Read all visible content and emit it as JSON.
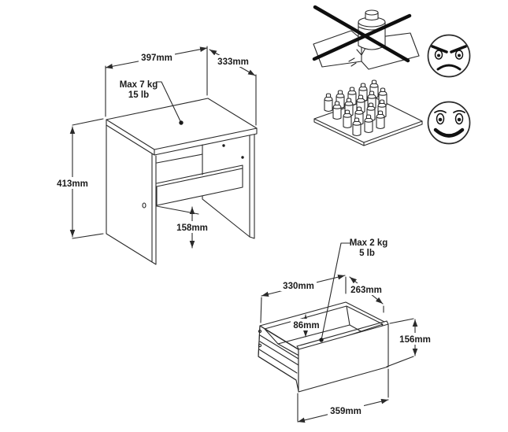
{
  "diagram": {
    "nightstand": {
      "width": "397mm",
      "depth": "333mm",
      "height": "413mm",
      "clearance": "158mm",
      "max_load_line1": "Max 7 kg",
      "max_load_line2": "15 lb"
    },
    "drawer": {
      "inner_width": "330mm",
      "inner_depth": "263mm",
      "inner_height": "86mm",
      "front_height": "156mm",
      "front_width": "359mm",
      "max_load_line1": "Max 2 kg",
      "max_load_line2": "5 lb"
    },
    "warnings": {
      "bad": {
        "icon": "angry-face-icon",
        "graphic": "single-heavy-weight-bending-shelf",
        "crossed_out": true
      },
      "good": {
        "icon": "happy-face-icon",
        "graphic": "evenly-distributed-bottles-on-shelf",
        "crossed_out": false
      }
    },
    "colors": {
      "line": "#2a2a2a",
      "background": "#ffffff"
    }
  }
}
